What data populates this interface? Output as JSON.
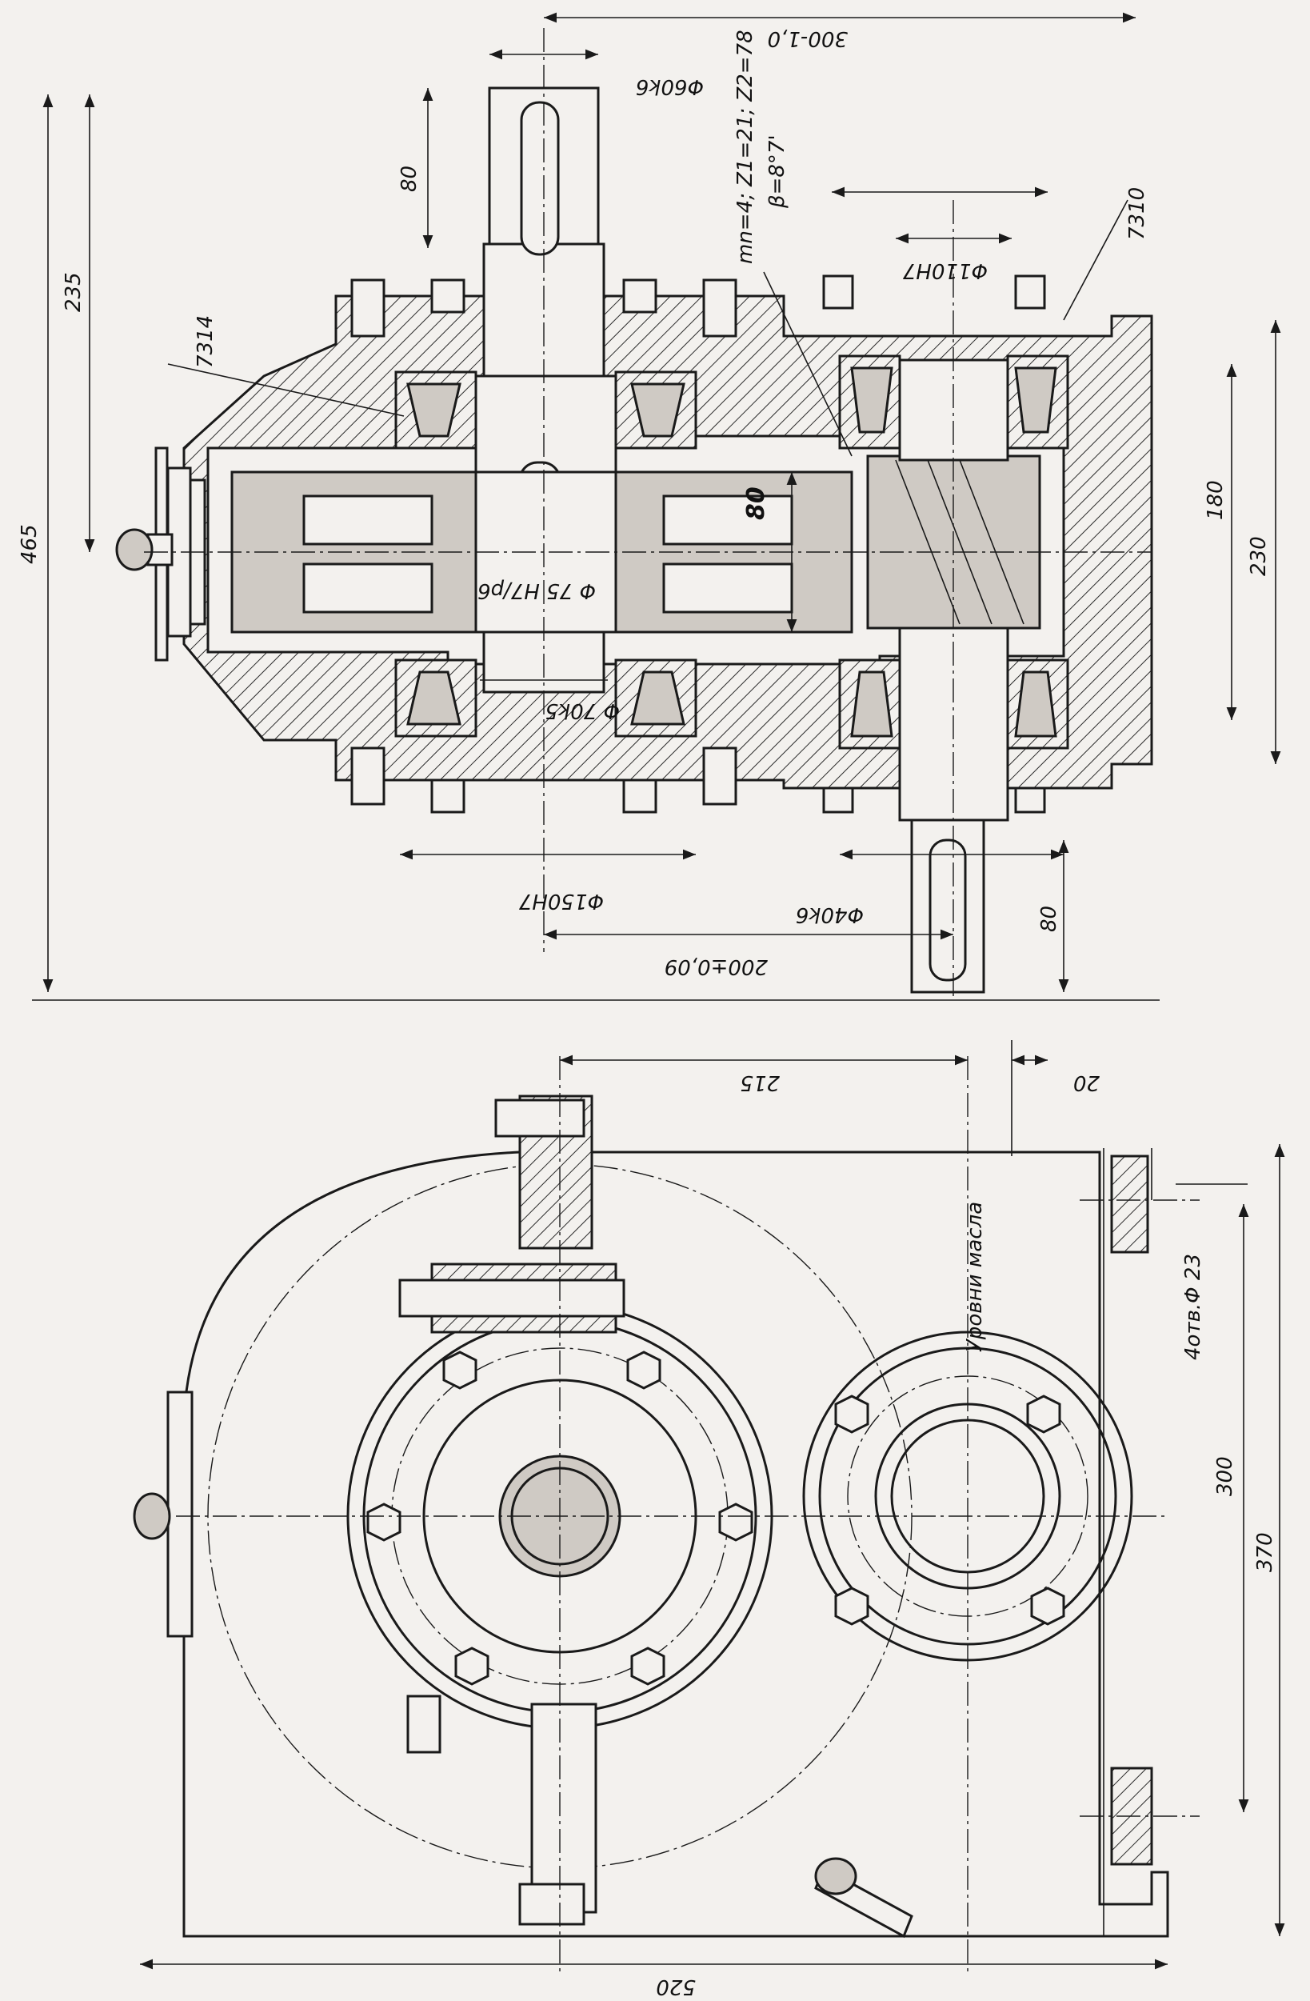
{
  "drawing": {
    "top_view_labels": {
      "dim_300": "300-1,0",
      "dim_phi60": "Φ60k6",
      "dim_80_top": "80",
      "gear_params_1": "mn=4; Z1=21; Z2=78",
      "gear_params_2": "β=8°7'",
      "bearing_7310": "7310",
      "bearing_7314": "7314",
      "dim_phi110": "Φ110H7",
      "dim_235": "235",
      "dim_465": "465",
      "dim_80_gear": "80",
      "dim_phi75": "Φ 75 H7/p6",
      "dim_phi70": "Φ 70k5",
      "dim_180": "180",
      "dim_230": "230",
      "dim_phi150": "Φ150H7",
      "dim_phi40": "Φ40k6",
      "dim_200": "200±0,09",
      "dim_80_bottom": "80"
    },
    "front_view_labels": {
      "dim_215": "215",
      "dim_20": "20",
      "oil_level": "Уровни масла",
      "holes": "4отв.Φ 23",
      "dim_300": "300",
      "dim_370": "370",
      "dim_520": "520"
    }
  }
}
